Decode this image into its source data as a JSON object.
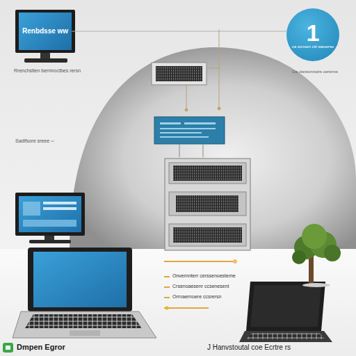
{
  "diagram": {
    "nodes": [
      {
        "text": [
          "Renbdsse ww"
        ]
      },
      {
        "text": [
          "1",
          "ca scnsen citi wauerse"
        ]
      }
    ],
    "edges": [
      {
        "from": 0,
        "to": 1,
        "arrow": "none"
      }
    ],
    "labels": [
      "Rrenchstlen bermroctbes rersn",
      "Sadlfsore sreee",
      "Oa cisnsvnnotrs cersrms",
      "Onvernnterr cerssenoesteme",
      "Crsenoaesenr ccsenesent",
      "Orrnaernoere ccsrersn",
      "Dmpen Egror",
      "J Hanvstoutal coe Ecrtre rs"
    ]
  }
}
